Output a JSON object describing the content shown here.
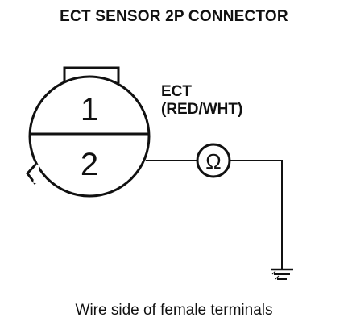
{
  "title": "ECT SENSOR 2P CONNECTOR",
  "caption": "Wire side of female terminals",
  "connector": {
    "terminal_top": "1",
    "terminal_bottom": "2"
  },
  "wire": {
    "name": "ECT",
    "color": "(RED/WHT)"
  },
  "meter": {
    "symbol": "Ω",
    "icon": "ohmmeter-icon"
  },
  "ground": {
    "icon": "ground-icon"
  },
  "colors": {
    "ink": "#111111",
    "background": "#ffffff"
  }
}
